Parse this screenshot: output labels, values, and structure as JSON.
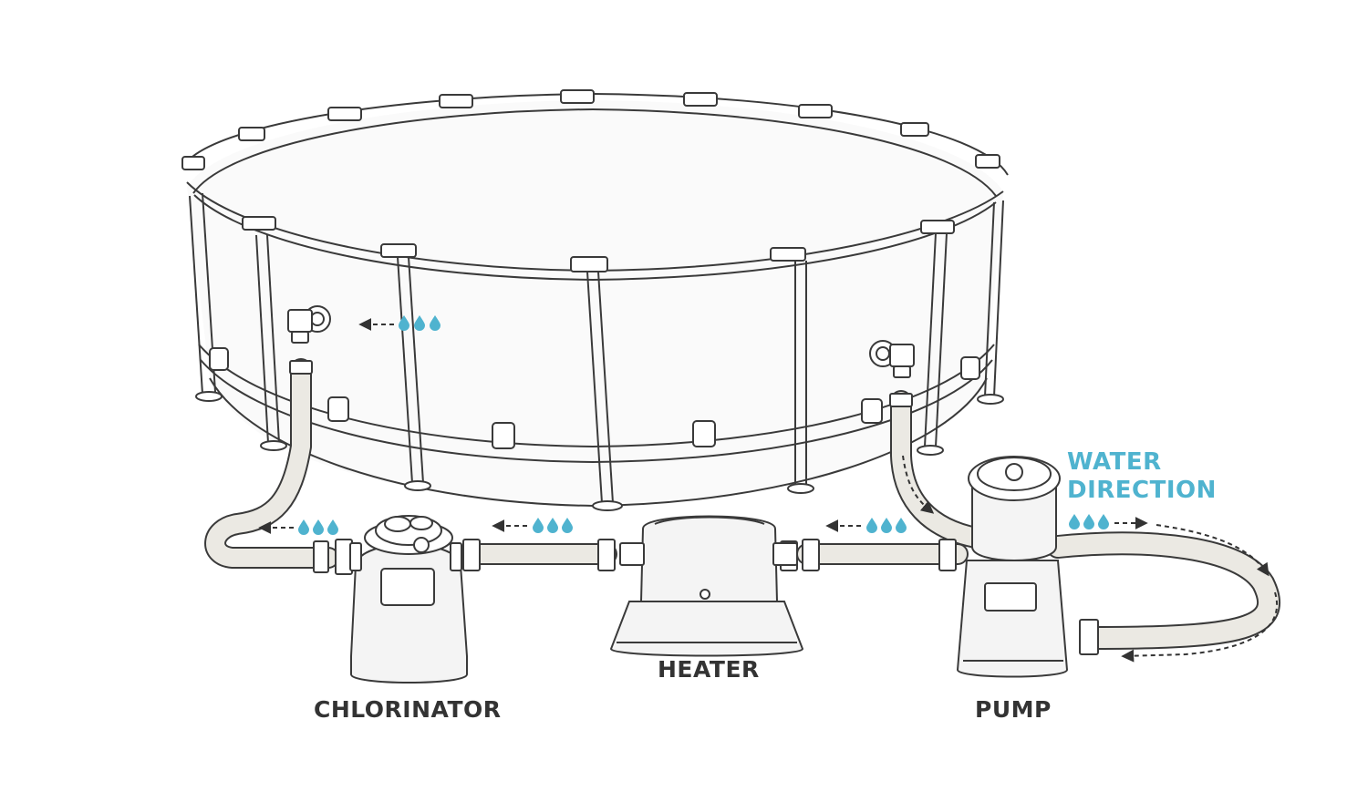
{
  "labels": {
    "chlorinator": "CHLORINATOR",
    "heater": "HEATER",
    "pump": "PUMP",
    "water_direction_line1": "WATER",
    "water_direction_line2": "DIRECTION"
  },
  "colors": {
    "line": "#3a3a3a",
    "hose_fill": "#ebe9e3",
    "equipment_fill": "#f4f4f4",
    "accent_water": "#4fb3cf",
    "label_text": "#333333"
  },
  "icons": {
    "water_drop": "water-drop-icon",
    "flow_arrow": "dashed-arrow-icon"
  }
}
